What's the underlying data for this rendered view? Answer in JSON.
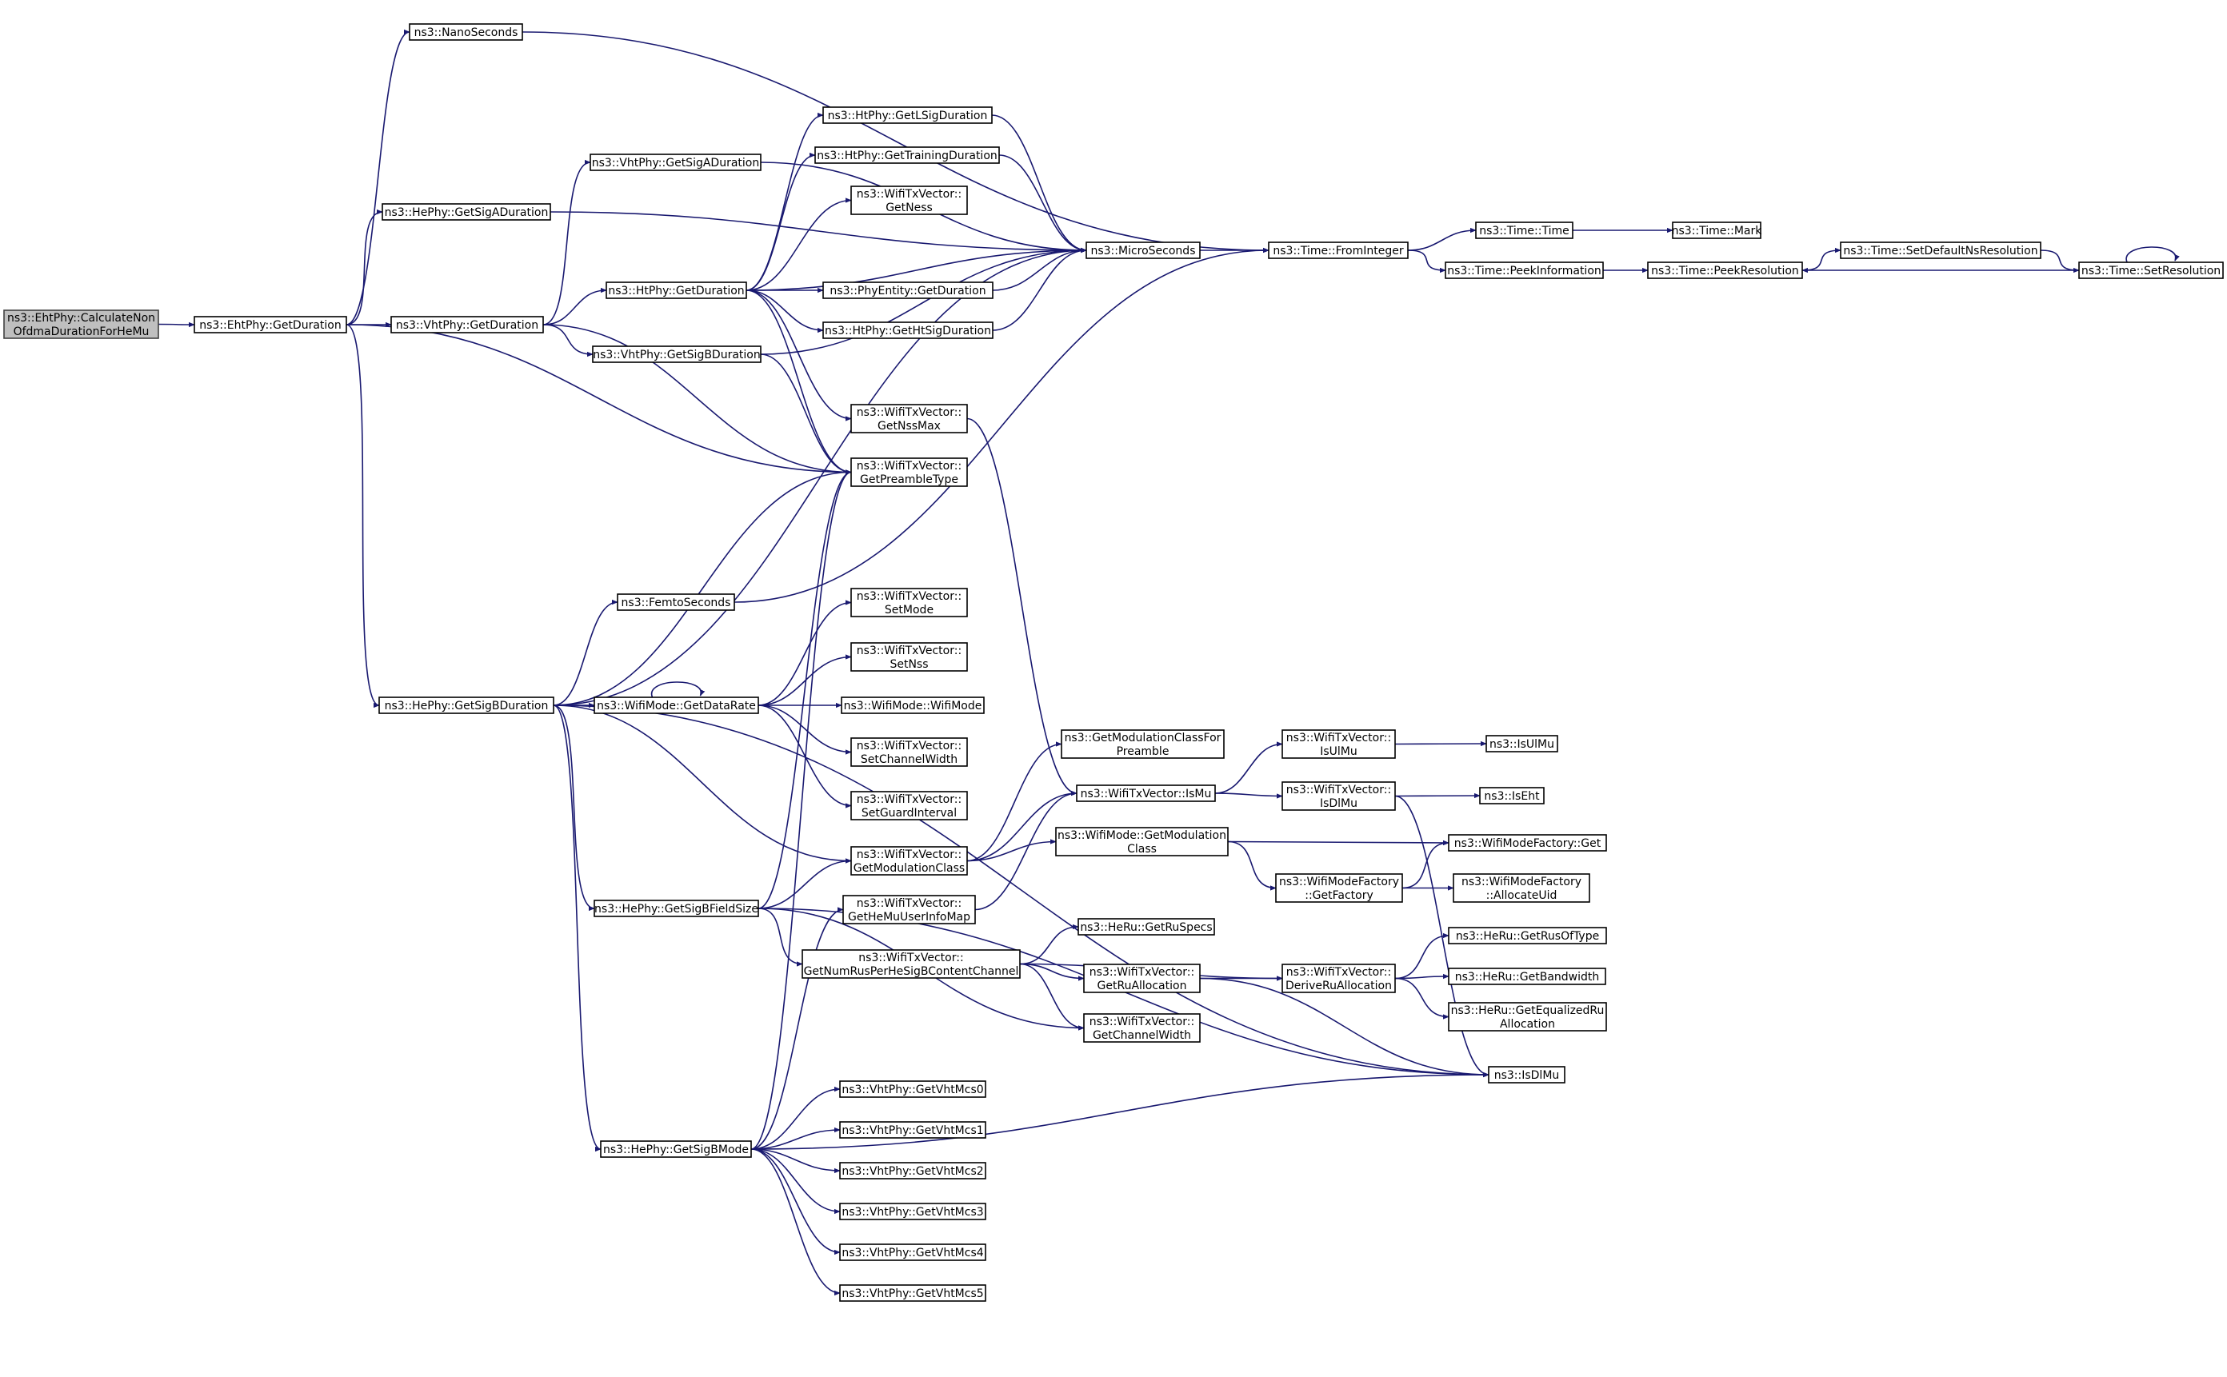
{
  "graph": {
    "title": "",
    "edge_color": "#191970",
    "root_fill": "#bfbfbf",
    "nodes": [
      {
        "id": "root",
        "lines": [
          "ns3::EhtPhy::CalculateNon",
          "OfdmaDurationForHeMu"
        ]
      },
      {
        "id": "ehtGetDuration",
        "lines": [
          "ns3::EhtPhy::GetDuration"
        ]
      },
      {
        "id": "nanoSeconds",
        "lines": [
          "ns3::NanoSeconds"
        ]
      },
      {
        "id": "heGetSigADuration",
        "lines": [
          "ns3::HePhy::GetSigADuration"
        ]
      },
      {
        "id": "vhtGetDuration",
        "lines": [
          "ns3::VhtPhy::GetDuration"
        ]
      },
      {
        "id": "heGetSigBDuration",
        "lines": [
          "ns3::HePhy::GetSigBDuration"
        ]
      },
      {
        "id": "vhtGetSigADuration",
        "lines": [
          "ns3::VhtPhy::GetSigADuration"
        ]
      },
      {
        "id": "htGetDuration",
        "lines": [
          "ns3::HtPhy::GetDuration"
        ]
      },
      {
        "id": "vhtGetSigBDuration",
        "lines": [
          "ns3::VhtPhy::GetSigBDuration"
        ]
      },
      {
        "id": "htGetLSig",
        "lines": [
          "ns3::HtPhy::GetLSigDuration"
        ]
      },
      {
        "id": "htGetTraining",
        "lines": [
          "ns3::HtPhy::GetTrainingDuration"
        ]
      },
      {
        "id": "txGetNess",
        "lines": [
          "ns3::WifiTxVector::",
          "GetNess"
        ]
      },
      {
        "id": "phyEntityGetDuration",
        "lines": [
          "ns3::PhyEntity::GetDuration"
        ]
      },
      {
        "id": "htGetHtSig",
        "lines": [
          "ns3::HtPhy::GetHtSigDuration"
        ]
      },
      {
        "id": "txGetNssMax",
        "lines": [
          "ns3::WifiTxVector::",
          "GetNssMax"
        ]
      },
      {
        "id": "txGetPreamble",
        "lines": [
          "ns3::WifiTxVector::",
          "GetPreambleType"
        ]
      },
      {
        "id": "microSeconds",
        "lines": [
          "ns3::MicroSeconds"
        ]
      },
      {
        "id": "fromInteger",
        "lines": [
          "ns3::Time::FromInteger"
        ]
      },
      {
        "id": "timeTime",
        "lines": [
          "ns3::Time::Time"
        ]
      },
      {
        "id": "timeMark",
        "lines": [
          "ns3::Time::Mark"
        ]
      },
      {
        "id": "peekInfo",
        "lines": [
          "ns3::Time::PeekInformation"
        ]
      },
      {
        "id": "peekRes",
        "lines": [
          "ns3::Time::PeekResolution"
        ]
      },
      {
        "id": "setDefaultNs",
        "lines": [
          "ns3::Time::SetDefaultNsResolution"
        ]
      },
      {
        "id": "setRes",
        "lines": [
          "ns3::Time::SetResolution"
        ]
      },
      {
        "id": "femtoSeconds",
        "lines": [
          "ns3::FemtoSeconds"
        ]
      },
      {
        "id": "wmGetDataRate",
        "lines": [
          "ns3::WifiMode::GetDataRate"
        ]
      },
      {
        "id": "txSetMode",
        "lines": [
          "ns3::WifiTxVector::",
          "SetMode"
        ]
      },
      {
        "id": "txSetNss",
        "lines": [
          "ns3::WifiTxVector::",
          "SetNss"
        ]
      },
      {
        "id": "wmWifiMode",
        "lines": [
          "ns3::WifiMode::WifiMode"
        ]
      },
      {
        "id": "txSetChWidth",
        "lines": [
          "ns3::WifiTxVector::",
          "SetChannelWidth"
        ]
      },
      {
        "id": "txSetGI",
        "lines": [
          "ns3::WifiTxVector::",
          "SetGuardInterval"
        ]
      },
      {
        "id": "getModClassForPreamble",
        "lines": [
          "ns3::GetModulationClassFor",
          "Preamble"
        ]
      },
      {
        "id": "txIsMu",
        "lines": [
          "ns3::WifiTxVector::IsMu"
        ]
      },
      {
        "id": "txIsUlMu",
        "lines": [
          "ns3::WifiTxVector::",
          "IsUlMu"
        ]
      },
      {
        "id": "isUlMu",
        "lines": [
          "ns3::IsUlMu"
        ]
      },
      {
        "id": "txIsDlMu",
        "lines": [
          "ns3::WifiTxVector::",
          "IsDlMu"
        ]
      },
      {
        "id": "isEht",
        "lines": [
          "ns3::IsEht"
        ]
      },
      {
        "id": "txGetModClass",
        "lines": [
          "ns3::WifiTxVector::",
          "GetModulationClass"
        ]
      },
      {
        "id": "wmGetModClass",
        "lines": [
          "ns3::WifiMode::GetModulation",
          "Class"
        ]
      },
      {
        "id": "wmfGet",
        "lines": [
          "ns3::WifiModeFactory::Get"
        ]
      },
      {
        "id": "wmfGetFactory",
        "lines": [
          "ns3::WifiModeFactory",
          "::GetFactory"
        ]
      },
      {
        "id": "wmfAllocUid",
        "lines": [
          "ns3::WifiModeFactory",
          "::AllocateUid"
        ]
      },
      {
        "id": "heGetSigBFieldSize",
        "lines": [
          "ns3::HePhy::GetSigBFieldSize"
        ]
      },
      {
        "id": "txGetHeMuUserInfoMap",
        "lines": [
          "ns3::WifiTxVector::",
          "GetHeMuUserInfoMap"
        ]
      },
      {
        "id": "heRuGetRuSpecs",
        "lines": [
          "ns3::HeRu::GetRuSpecs"
        ]
      },
      {
        "id": "txGetNumRus",
        "lines": [
          "ns3::WifiTxVector::",
          "GetNumRusPerHeSigBContentChannel"
        ]
      },
      {
        "id": "txGetRuAlloc",
        "lines": [
          "ns3::WifiTxVector::",
          "GetRuAllocation"
        ]
      },
      {
        "id": "txDeriveRuAlloc",
        "lines": [
          "ns3::WifiTxVector::",
          "DeriveRuAllocation"
        ]
      },
      {
        "id": "heRuGetRusOfType",
        "lines": [
          "ns3::HeRu::GetRusOfType"
        ]
      },
      {
        "id": "heRuGetBandwidth",
        "lines": [
          "ns3::HeRu::GetBandwidth"
        ]
      },
      {
        "id": "heRuGetEqRuAlloc",
        "lines": [
          "ns3::HeRu::GetEqualizedRu",
          "Allocation"
        ]
      },
      {
        "id": "txGetChWidth",
        "lines": [
          "ns3::WifiTxVector::",
          "GetChannelWidth"
        ]
      },
      {
        "id": "isDlMu",
        "lines": [
          "ns3::IsDlMu"
        ]
      },
      {
        "id": "heGetSigBMode",
        "lines": [
          "ns3::HePhy::GetSigBMode"
        ]
      },
      {
        "id": "vhtMcs0",
        "lines": [
          "ns3::VhtPhy::GetVhtMcs0"
        ]
      },
      {
        "id": "vhtMcs1",
        "lines": [
          "ns3::VhtPhy::GetVhtMcs1"
        ]
      },
      {
        "id": "vhtMcs2",
        "lines": [
          "ns3::VhtPhy::GetVhtMcs2"
        ]
      },
      {
        "id": "vhtMcs3",
        "lines": [
          "ns3::VhtPhy::GetVhtMcs3"
        ]
      },
      {
        "id": "vhtMcs4",
        "lines": [
          "ns3::VhtPhy::GetVhtMcs4"
        ]
      },
      {
        "id": "vhtMcs5",
        "lines": [
          "ns3::VhtPhy::GetVhtMcs5"
        ]
      }
    ],
    "edges": [
      [
        "root",
        "ehtGetDuration"
      ],
      [
        "ehtGetDuration",
        "nanoSeconds"
      ],
      [
        "ehtGetDuration",
        "heGetSigADuration"
      ],
      [
        "ehtGetDuration",
        "vhtGetDuration"
      ],
      [
        "ehtGetDuration",
        "heGetSigBDuration"
      ],
      [
        "ehtGetDuration",
        "txGetPreamble"
      ],
      [
        "nanoSeconds",
        "fromInteger"
      ],
      [
        "heGetSigADuration",
        "microSeconds"
      ],
      [
        "vhtGetDuration",
        "vhtGetSigADuration"
      ],
      [
        "vhtGetDuration",
        "htGetDuration"
      ],
      [
        "vhtGetDuration",
        "vhtGetSigBDuration"
      ],
      [
        "vhtGetDuration",
        "txGetPreamble"
      ],
      [
        "vhtGetSigADuration",
        "microSeconds"
      ],
      [
        "htGetDuration",
        "htGetLSig"
      ],
      [
        "htGetDuration",
        "htGetTraining"
      ],
      [
        "htGetDuration",
        "txGetNess"
      ],
      [
        "htGetDuration",
        "microSeconds"
      ],
      [
        "htGetDuration",
        "phyEntityGetDuration"
      ],
      [
        "htGetDuration",
        "htGetHtSig"
      ],
      [
        "htGetDuration",
        "txGetNssMax"
      ],
      [
        "htGetDuration",
        "txGetPreamble"
      ],
      [
        "vhtGetSigBDuration",
        "microSeconds"
      ],
      [
        "vhtGetSigBDuration",
        "txGetPreamble"
      ],
      [
        "htGetLSig",
        "microSeconds"
      ],
      [
        "htGetTraining",
        "microSeconds"
      ],
      [
        "phyEntityGetDuration",
        "microSeconds"
      ],
      [
        "htGetHtSig",
        "microSeconds"
      ],
      [
        "txGetNssMax",
        "txIsMu"
      ],
      [
        "microSeconds",
        "fromInteger"
      ],
      [
        "fromInteger",
        "timeTime"
      ],
      [
        "fromInteger",
        "peekInfo"
      ],
      [
        "timeTime",
        "timeMark"
      ],
      [
        "peekInfo",
        "peekRes"
      ],
      [
        "peekRes",
        "setDefaultNs"
      ],
      [
        "setDefaultNs",
        "setRes"
      ],
      [
        "setRes",
        "peekRes"
      ],
      [
        "setRes",
        "setRes"
      ],
      [
        "heGetSigBDuration",
        "txGetPreamble"
      ],
      [
        "heGetSigBDuration",
        "microSeconds"
      ],
      [
        "heGetSigBDuration",
        "femtoSeconds"
      ],
      [
        "heGetSigBDuration",
        "wmGetDataRate"
      ],
      [
        "heGetSigBDuration",
        "txGetModClass"
      ],
      [
        "heGetSigBDuration",
        "heGetSigBFieldSize"
      ],
      [
        "heGetSigBDuration",
        "heGetSigBMode"
      ],
      [
        "heGetSigBDuration",
        "isDlMu"
      ],
      [
        "femtoSeconds",
        "fromInteger"
      ],
      [
        "wmGetDataRate",
        "wmGetDataRate"
      ],
      [
        "wmGetDataRate",
        "txSetMode"
      ],
      [
        "wmGetDataRate",
        "txSetNss"
      ],
      [
        "wmGetDataRate",
        "wmWifiMode"
      ],
      [
        "wmGetDataRate",
        "txSetChWidth"
      ],
      [
        "wmGetDataRate",
        "txSetGI"
      ],
      [
        "txGetModClass",
        "getModClassForPreamble"
      ],
      [
        "txGetModClass",
        "txIsMu"
      ],
      [
        "txGetModClass",
        "wmGetModClass"
      ],
      [
        "txIsMu",
        "txIsUlMu"
      ],
      [
        "txIsMu",
        "txIsDlMu"
      ],
      [
        "txIsUlMu",
        "isUlMu"
      ],
      [
        "txIsDlMu",
        "isEht"
      ],
      [
        "txIsDlMu",
        "isDlMu"
      ],
      [
        "wmGetModClass",
        "wmfGet"
      ],
      [
        "wmGetModClass",
        "wmfGetFactory"
      ],
      [
        "wmfGetFactory",
        "wmfGet"
      ],
      [
        "wmfGetFactory",
        "wmfAllocUid"
      ],
      [
        "heGetSigBFieldSize",
        "txGetPreamble"
      ],
      [
        "heGetSigBFieldSize",
        "txGetModClass"
      ],
      [
        "heGetSigBFieldSize",
        "txGetNumRus"
      ],
      [
        "heGetSigBFieldSize",
        "txGetChWidth"
      ],
      [
        "heGetSigBFieldSize",
        "isDlMu"
      ],
      [
        "txGetHeMuUserInfoMap",
        "txIsMu"
      ],
      [
        "txGetNumRus",
        "heRuGetRuSpecs"
      ],
      [
        "txGetNumRus",
        "txGetRuAlloc"
      ],
      [
        "txGetNumRus",
        "txDeriveRuAlloc"
      ],
      [
        "txGetNumRus",
        "txGetChWidth"
      ],
      [
        "txGetRuAlloc",
        "txDeriveRuAlloc"
      ],
      [
        "txGetRuAlloc",
        "isDlMu"
      ],
      [
        "txDeriveRuAlloc",
        "heRuGetRusOfType"
      ],
      [
        "txDeriveRuAlloc",
        "heRuGetBandwidth"
      ],
      [
        "txDeriveRuAlloc",
        "heRuGetEqRuAlloc"
      ],
      [
        "heGetSigBMode",
        "txGetPreamble"
      ],
      [
        "heGetSigBMode",
        "txGetHeMuUserInfoMap"
      ],
      [
        "heGetSigBMode",
        "vhtMcs0"
      ],
      [
        "heGetSigBMode",
        "vhtMcs1"
      ],
      [
        "heGetSigBMode",
        "vhtMcs2"
      ],
      [
        "heGetSigBMode",
        "vhtMcs3"
      ],
      [
        "heGetSigBMode",
        "vhtMcs4"
      ],
      [
        "heGetSigBMode",
        "vhtMcs5"
      ],
      [
        "heGetSigBMode",
        "isDlMu"
      ]
    ]
  }
}
